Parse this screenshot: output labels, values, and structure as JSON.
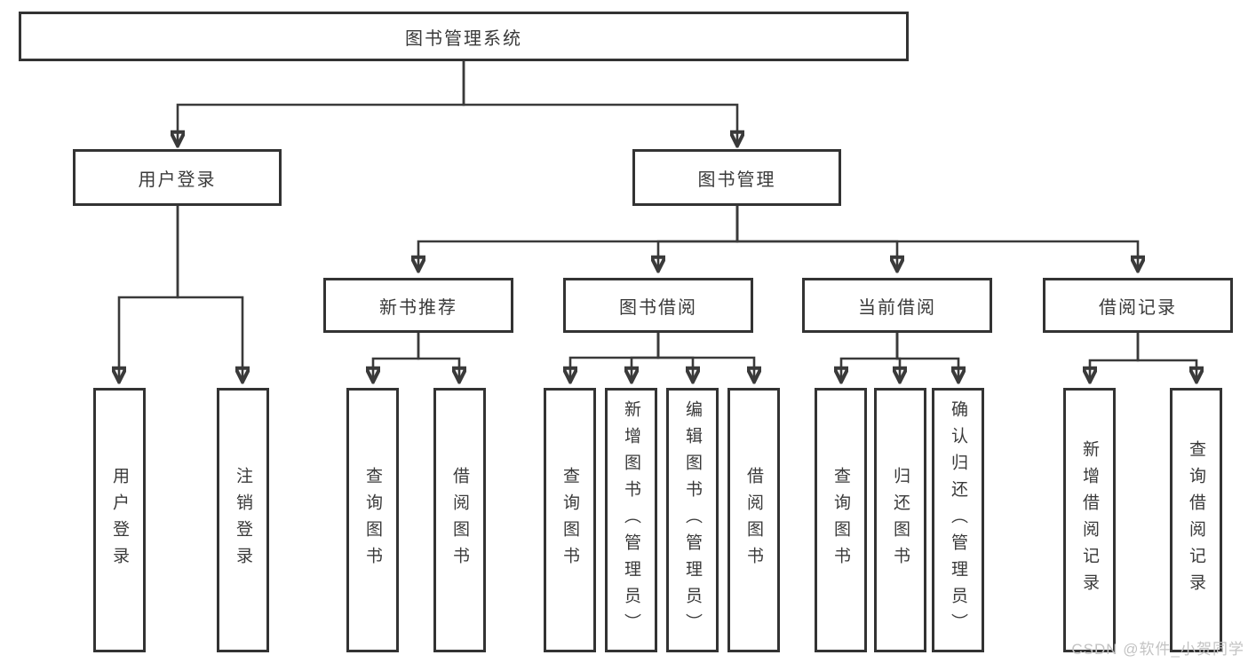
{
  "root": {
    "label": "图书管理系统"
  },
  "branches": [
    {
      "label": "用户登录",
      "children": [
        {
          "label": "用户登录"
        },
        {
          "label": "注销登录"
        }
      ]
    },
    {
      "label": "图书管理",
      "children": [
        {
          "label": "新书推荐",
          "children": [
            {
              "label": "查询图书"
            },
            {
              "label": "借阅图书"
            }
          ]
        },
        {
          "label": "图书借阅",
          "children": [
            {
              "label": "查询图书"
            },
            {
              "label": "新增图书（管理员）"
            },
            {
              "label": "编辑图书（管理员）"
            },
            {
              "label": "借阅图书"
            }
          ]
        },
        {
          "label": "当前借阅",
          "children": [
            {
              "label": "查询图书"
            },
            {
              "label": "归还图书"
            },
            {
              "label": "确认归还（管理员）"
            }
          ]
        },
        {
          "label": "借阅记录",
          "children": [
            {
              "label": "新增借阅记录"
            },
            {
              "label": "查询借阅记录"
            }
          ]
        }
      ]
    }
  ],
  "watermark": "CSDN @软件_小贺同学",
  "colors": {
    "line": "#3a3a3a",
    "box_border": "#333333",
    "text": "#3a3a3a",
    "watermark_text": "#c3c3c3",
    "background": "#ffffff"
  }
}
